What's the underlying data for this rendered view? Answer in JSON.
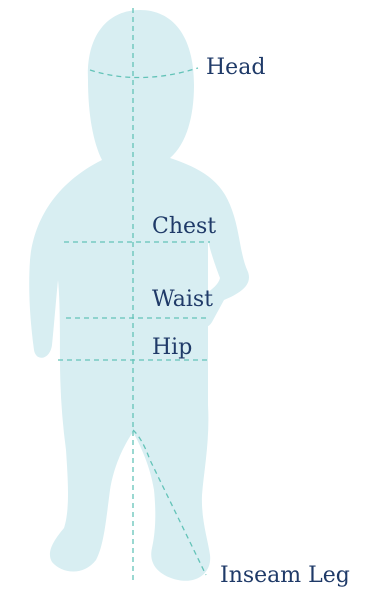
{
  "labels": {
    "head": "Head",
    "chest": "Chest",
    "waist": "Waist",
    "hip": "Hip",
    "inseam": "Inseam Leg"
  },
  "colors": {
    "body_fill": "#d8eef2",
    "guide_line": "#63c3b8",
    "label_text": "#1f3a68"
  }
}
